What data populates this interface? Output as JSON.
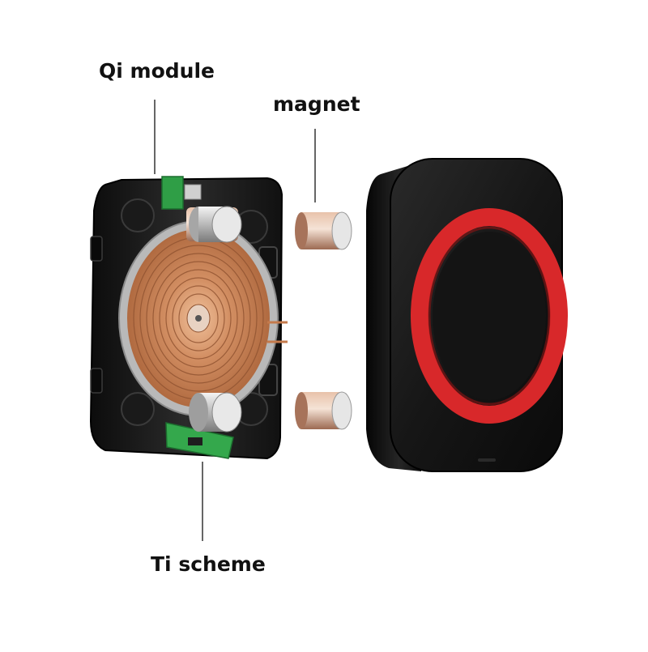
{
  "labels": {
    "qi_module": "Qi module",
    "magnet": "magnet",
    "ti_scheme": "Ti scheme"
  },
  "colors": {
    "housing": "#1b1b1b",
    "coil_copper": "#c9825a",
    "pcb_green": "#2f9e46",
    "magnet_silver": "#c8c8c8",
    "magnet_copper": "#c8947a",
    "pad_black": "#161616",
    "ring_red": "#d8282a"
  },
  "icons": [
    "wireless-charging-coil",
    "qi-module-board",
    "magnet-cylinder",
    "charging-pad-front"
  ]
}
